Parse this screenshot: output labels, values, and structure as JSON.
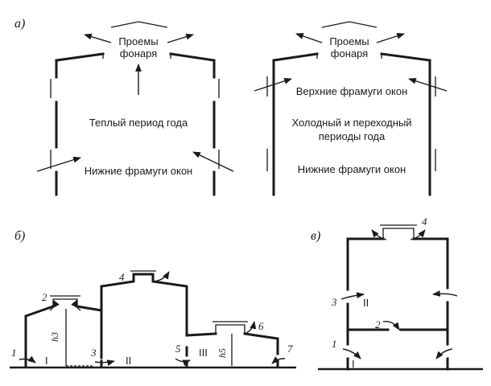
{
  "panel_labels": {
    "a": "а)",
    "b": "б)",
    "c": "в)"
  },
  "panel_a_left": {
    "top_openings_line1": "Проемы",
    "top_openings_line2": "фонаря",
    "season": "Теплый период года",
    "lower_sashes": "Нижние фрамуги окон"
  },
  "panel_a_right": {
    "top_openings_line1": "Проемы",
    "top_openings_line2": "фонаря",
    "upper_sashes": "Верхние фрамуги окон",
    "season_line1": "Холодный и переходный",
    "season_line2": "периоды года",
    "lower_sashes": "Нижние фрамуги окон"
  },
  "panel_b": {
    "n1": "1",
    "n2": "2",
    "n3": "3",
    "n4": "4",
    "n5": "5",
    "n6": "6",
    "n7": "7",
    "zone1": "I",
    "zone2": "II",
    "zone3": "III",
    "h3": "h3",
    "h5": "h5"
  },
  "panel_c": {
    "n1": "1",
    "n2": "2",
    "n3": "3",
    "n4": "4",
    "zone1": "I",
    "zone2": "II"
  }
}
